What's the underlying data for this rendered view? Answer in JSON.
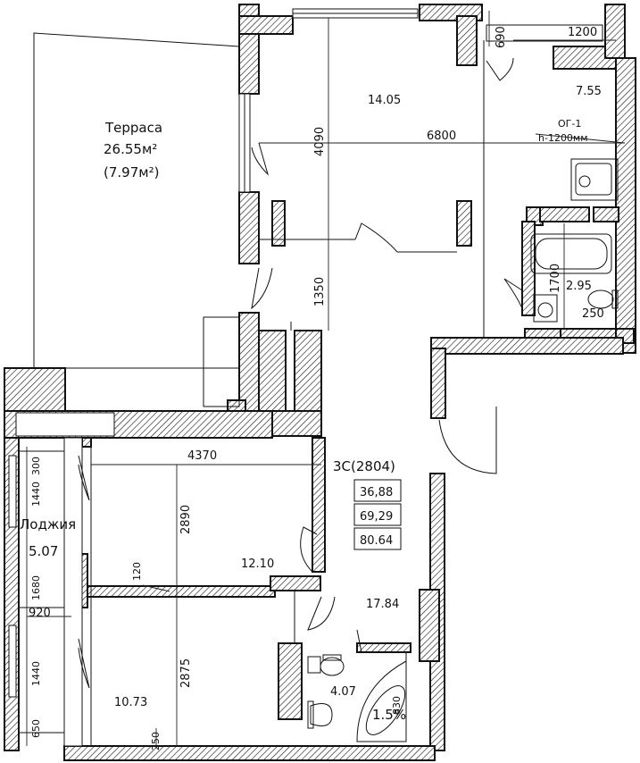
{
  "terrace": {
    "name": "Терраса",
    "area": "26.55м²",
    "area_reduced": "(7.97м²)"
  },
  "rooms": {
    "living": "14.05",
    "kitchen": "7.55",
    "bathroom": "2.95",
    "bedroom1": "12.10",
    "hall": "17.84",
    "bedroom2": "10.73",
    "wc": "4.07",
    "small_bath": "1.5%"
  },
  "loggia": {
    "name": "Лоджия",
    "area": "5.07"
  },
  "gas_note": {
    "code": "ОГ-1",
    "height": "h-1200мм"
  },
  "apartment": {
    "code": "3С(2804)",
    "living_area": "36,88",
    "total_area": "69,29",
    "total_with_terrace": "80.64"
  },
  "dimensions": {
    "d690": "690",
    "d1200": "1200",
    "d4090": "4090",
    "d6800": "6800",
    "d1350": "1350",
    "d1700": "1700",
    "d250a": "250",
    "d4370": "4370",
    "d2890": "2890",
    "d120": "120",
    "d300": "300",
    "d1440a": "1440",
    "d1680": "1680",
    "d920": "920",
    "d1440b": "1440",
    "d650": "650",
    "d2875": "2875",
    "d250b": "250",
    "d830": "830"
  }
}
